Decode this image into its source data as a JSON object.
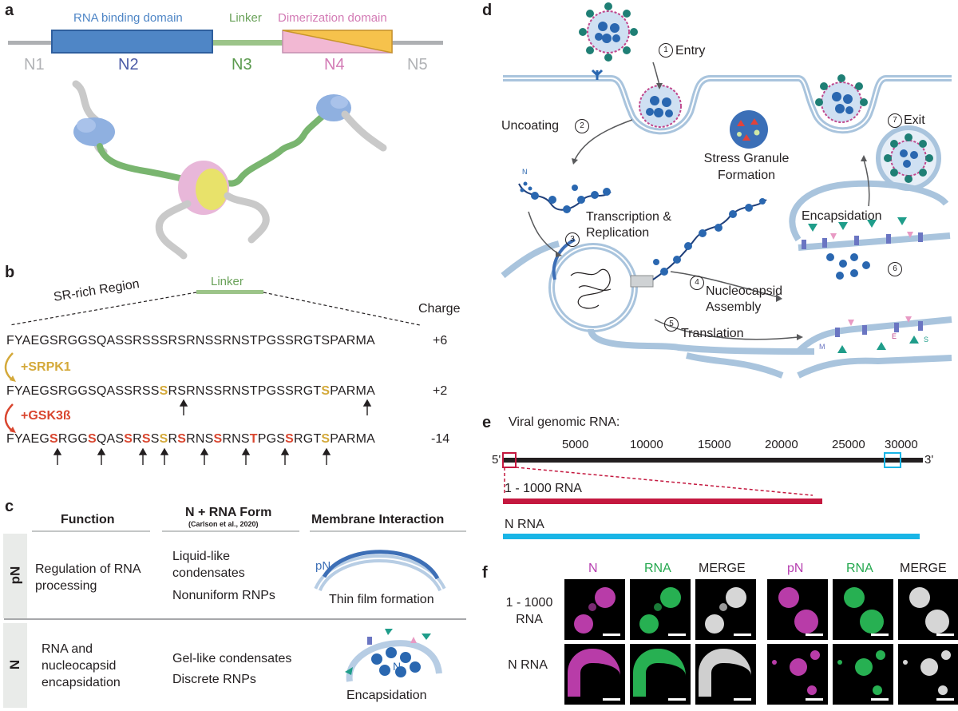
{
  "colors": {
    "rna_binding": "#4f86c6",
    "linker": "#9cc489",
    "dimerization_fill": "#f2b8d3",
    "dimerization_accent": "#f6c24c",
    "srpk1": "#d4a93a",
    "gsk3b": "#d9462f",
    "rna_1000": "#c4183f",
    "n_rna": "#19b5e6",
    "magenta": "#b63fb0",
    "green": "#25a84f"
  },
  "panel_a": {
    "label": "a",
    "domain_rna": "RNA binding domain",
    "domain_linker": "Linker",
    "domain_dimer": "Dimerization domain",
    "regions": [
      "N1",
      "N2",
      "N3",
      "N4",
      "N5"
    ]
  },
  "panel_b": {
    "label": "b",
    "linker": "Linker",
    "sr_region": "SR-rich Region",
    "charge_header": "Charge",
    "seq1": "FYAEGSRGGSQASSRSSSRSRNSSRNSTPGSSRGTSPARMA",
    "charge1": "+6",
    "enzyme1": "+SRPK1",
    "seq2_parts": [
      "FYAEGSRGGSQASSRSS",
      "S",
      "RSRNSSRNSTPGSSRGT",
      "S",
      "PARMA"
    ],
    "charge2": "+2",
    "enzyme2": "+GSK3ß",
    "seq3_parts": [
      "FYAEG",
      "S",
      "RGG",
      "S",
      "QAS",
      "S",
      "R",
      "S",
      "S",
      "S",
      "R",
      "S",
      "RNS",
      "S",
      "RNS",
      "T",
      "PGS",
      "S",
      "RGT",
      "S",
      "PARMA"
    ],
    "charge3": "-14"
  },
  "panel_c": {
    "label": "c",
    "col_function": "Function",
    "col_form": "N + RNA Form",
    "col_form_ref": "(Carlson et al., 2020)",
    "col_membrane": "Membrane Interaction",
    "row1_tag": "pN",
    "row1_function": "Regulation of RNA processing",
    "row1_form1": "Liquid-like condensates",
    "row1_form2": "Nonuniform RNPs",
    "row1_membrane_tag": "pN",
    "row1_membrane": "Thin film formation",
    "row2_tag": "N",
    "row2_function": "RNA and nucleocapsid encapsidation",
    "row2_form1": "Gel-like condensates",
    "row2_form2": "Discrete RNPs",
    "row2_membrane_tag": "N",
    "row2_membrane": "Encapsidation"
  },
  "panel_d": {
    "label": "d",
    "steps": [
      {
        "num": "1",
        "text": "Entry"
      },
      {
        "num": "2",
        "text": "Uncoating"
      },
      {
        "num": "3",
        "text": "Transcription & Replication"
      },
      {
        "num": "4",
        "text": "Nucleocapsid Assembly"
      },
      {
        "num": "5",
        "text": "Translation"
      },
      {
        "num": "6",
        "text": "Encapsidation"
      },
      {
        "num": "7",
        "text": "Exit"
      }
    ],
    "stress_granule": "Stress Granule Formation",
    "n_tag": "N",
    "protein_labels": [
      "M",
      "E",
      "S"
    ]
  },
  "panel_e": {
    "label": "e",
    "title": "Viral genomic RNA:",
    "ticks": [
      "5000",
      "10000",
      "15000",
      "20000",
      "25000",
      "30000"
    ],
    "five_prime": "5'",
    "three_prime": "3'",
    "rna1": "1 - 1000 RNA",
    "rna2": "N RNA"
  },
  "panel_f": {
    "label": "f",
    "cols_left": [
      "N",
      "RNA",
      "MERGE"
    ],
    "cols_right": [
      "pN",
      "RNA",
      "MERGE"
    ],
    "row1": "1 - 1000 RNA",
    "row2": "N RNA"
  }
}
